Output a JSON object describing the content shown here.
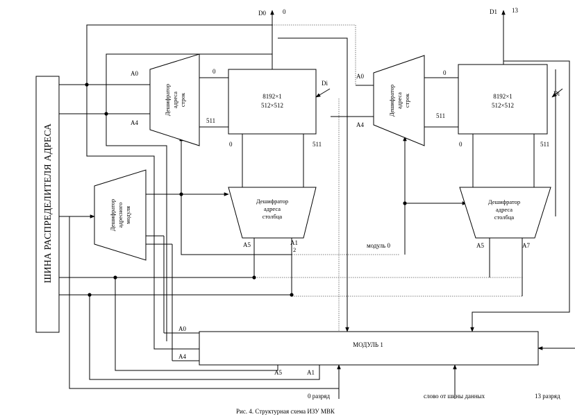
{
  "diagram": {
    "bus_label": "ШИНА РАСПРЕДЕЛИТЕЛЯ АДРЕСА",
    "bank0": {
      "output_label": "D0",
      "output_bit": "0",
      "input_label": "Di",
      "memory_line1": "8192×1",
      "memory_line2": "512×512",
      "row_decoder_line1": "Дешифратор",
      "row_decoder_line2": "адреса",
      "row_decoder_line3": "строк",
      "row_addr_first": "A0",
      "row_addr_last": "A4",
      "row_out_first": "0",
      "row_out_last": "511",
      "col_out_first": "0",
      "col_out_last": "511",
      "col_decoder_line1": "Дешифратор",
      "col_decoder_line2": "адреса",
      "col_decoder_line3": "столбца",
      "col_addr_first": "A5",
      "col_addr_last": "A1",
      "col_addr_last_sub": "2",
      "module_label": "модуль 0"
    },
    "bank1": {
      "output_label": "D1",
      "output_bit": "13",
      "input_label": "Di",
      "memory_line1": "8192×1",
      "memory_line2": "512×512",
      "row_decoder_line1": "Дешифратор",
      "row_decoder_line2": "адреса",
      "row_decoder_line3": "строк",
      "row_addr_first": "A0",
      "row_addr_last": "A4",
      "row_out_first": "0",
      "row_out_last": "511",
      "col_out_first": "0",
      "col_out_last": "511",
      "col_decoder_line1": "Дешифратор",
      "col_decoder_line2": "адреса",
      "col_decoder_line3": "столбца",
      "col_addr_first": "A5",
      "col_addr_last": "A7"
    },
    "module_decoder_line1": "Дешифратор",
    "module_decoder_line2": "адресного",
    "module_decoder_line3": "модуля",
    "module1": {
      "label": "МОДУЛЬ 1",
      "addr_a0": "A0",
      "addr_a4": "A4",
      "addr_a5": "A5",
      "addr_a1": "A1"
    },
    "bit0_label": "0 разряд",
    "data_word_label": "слово от шины данных",
    "bit13_label": "13 разряд",
    "caption": "Рис. 4. Структурная схема ИЗУ МВК"
  }
}
